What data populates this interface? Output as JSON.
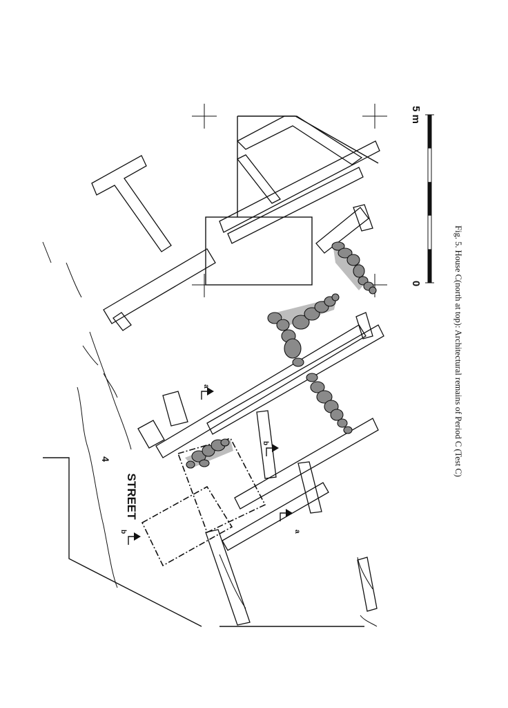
{
  "figure": {
    "caption": "Fig. 5. House C(north at top): Architectural remains of Period C (Test C)",
    "street_label": "STREET",
    "street_number": "4",
    "section_labels": [
      "a",
      "b",
      "b",
      "a"
    ],
    "scale": {
      "start": "0",
      "end": "5 m"
    }
  }
}
